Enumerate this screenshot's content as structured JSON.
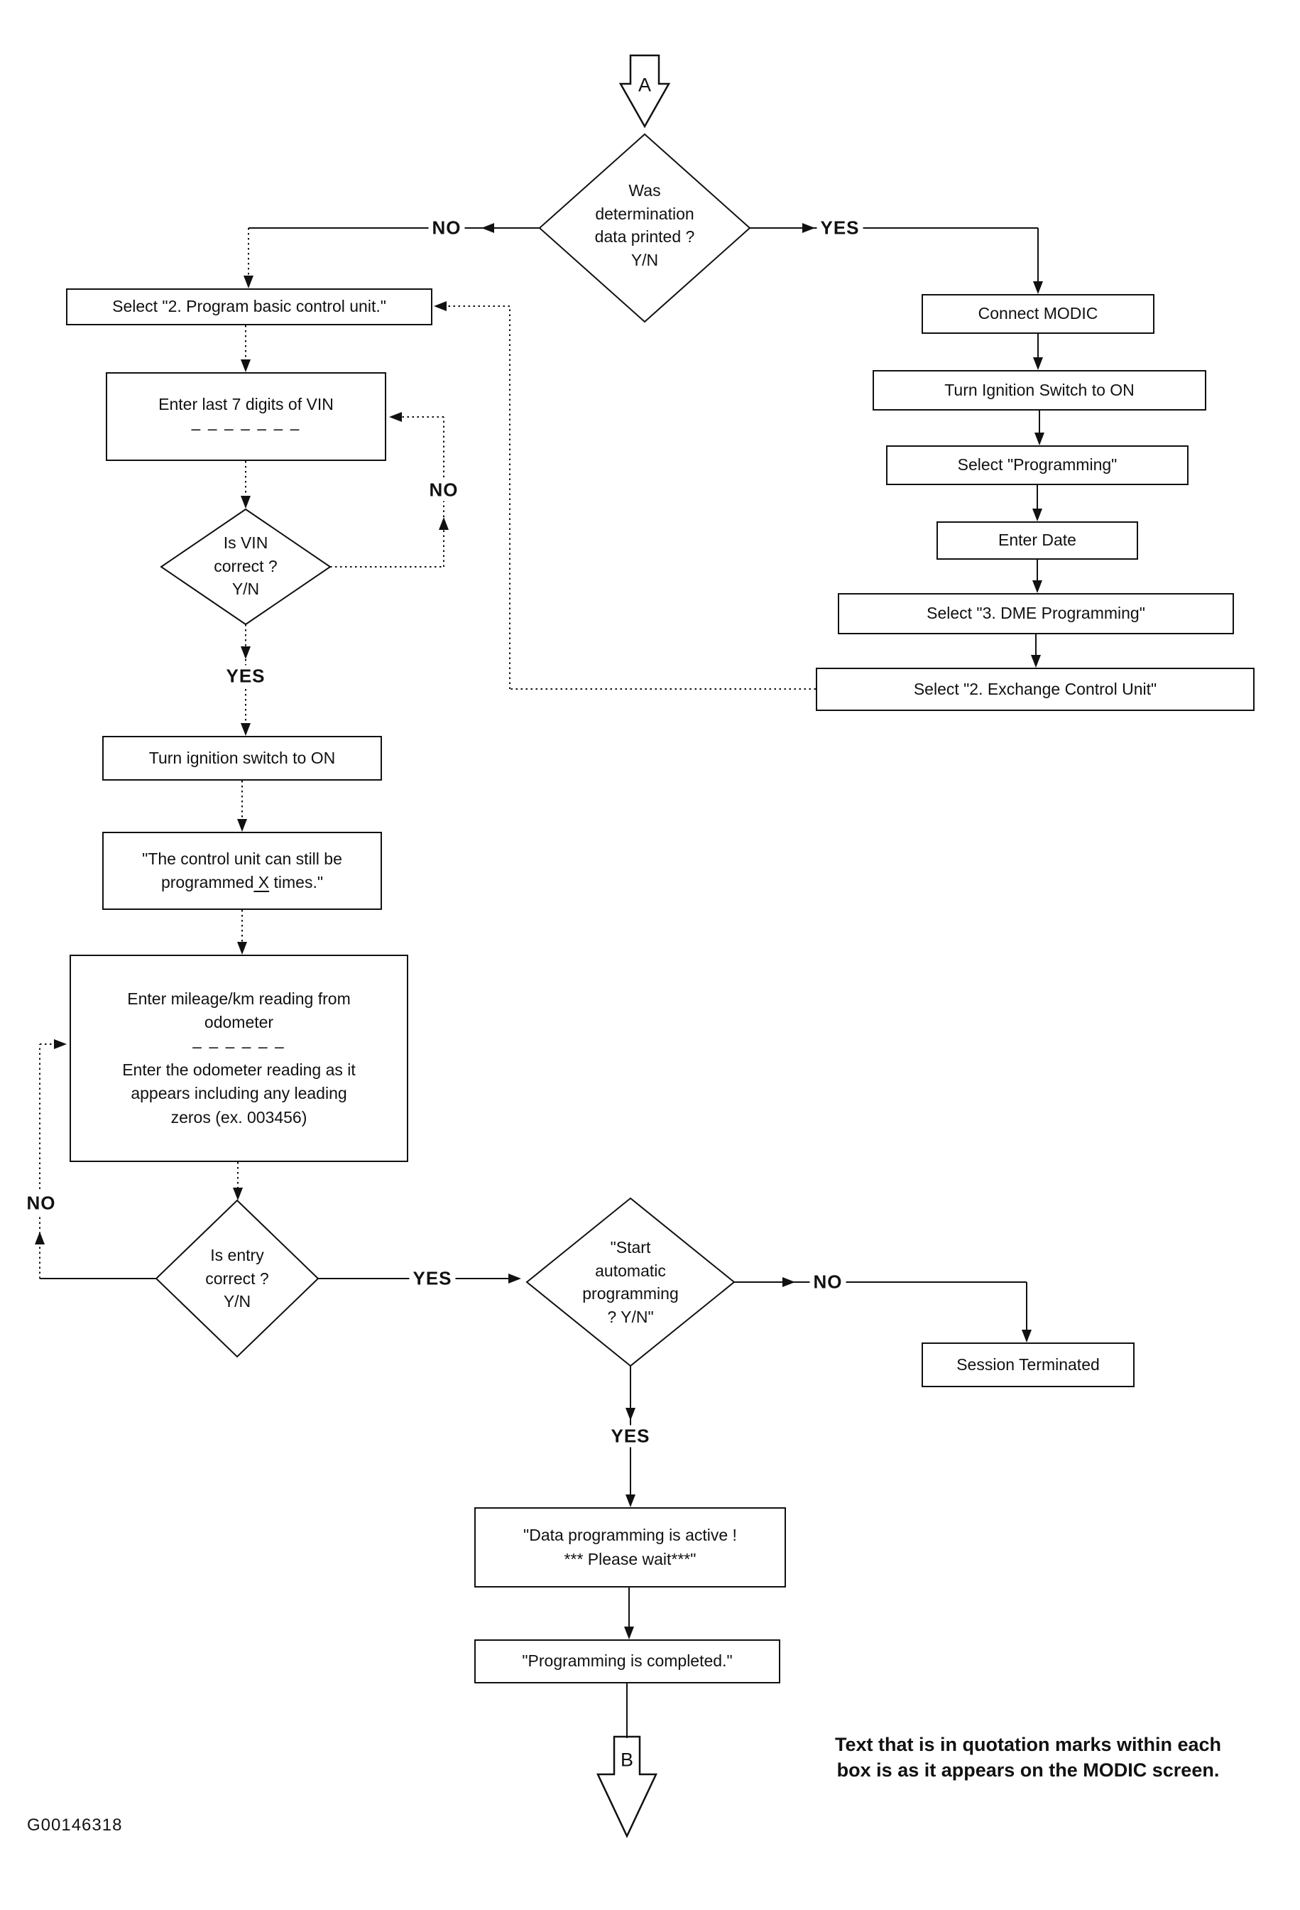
{
  "colors": {
    "ink": "#111111",
    "paper": "#ffffff"
  },
  "connectors": {
    "top": "A",
    "bottom": "B"
  },
  "labels": {
    "no": "NO",
    "yes": "YES"
  },
  "decisions": {
    "determination": "Was\ndetermination\ndata printed ?\nY/N",
    "vin": "Is VIN\ncorrect ?\nY/N",
    "entry": "Is entry\ncorrect ?\nY/N",
    "start": "\"Start\nautomatic\nprogramming\n? Y/N\""
  },
  "boxes": {
    "select_program": "Select \"2. Program basic control unit.\"",
    "enter_vin_line": "Enter last 7 digits of VIN",
    "enter_vin_dashes": "– – – – – – –",
    "turn_ignition_left": "Turn ignition switch to ON",
    "control_unit_line1": "\"The control unit can still be",
    "control_unit_l2a": "programmed",
    "control_unit_x": " X",
    "control_unit_l2b": " times.\"",
    "mileage_line1": "Enter mileage/km reading from",
    "mileage_line2": "odometer",
    "mileage_dashes": "– – – – – –",
    "mileage_line3": "Enter the odometer reading as it",
    "mileage_line4": "appears including any leading",
    "mileage_line5": "zeros (ex. 003456)",
    "connect_modic": "Connect MODIC",
    "turn_ignition_right": "Turn Ignition Switch to ON",
    "select_programming": "Select \"Programming\"",
    "enter_date": "Enter Date",
    "select_dme": "Select \"3. DME Programming\"",
    "select_exchange": "Select \"2. Exchange Control Unit\"",
    "session_terminated": "Session Terminated",
    "data_programming_line1": "\"Data programming is active !",
    "data_programming_line2": "*** Please wait***\"",
    "programming_completed": "\"Programming is completed.\""
  },
  "note": "Text that is in quotation marks within each\nbox is as it appears on the MODIC screen.",
  "figure_id": "G00146318"
}
